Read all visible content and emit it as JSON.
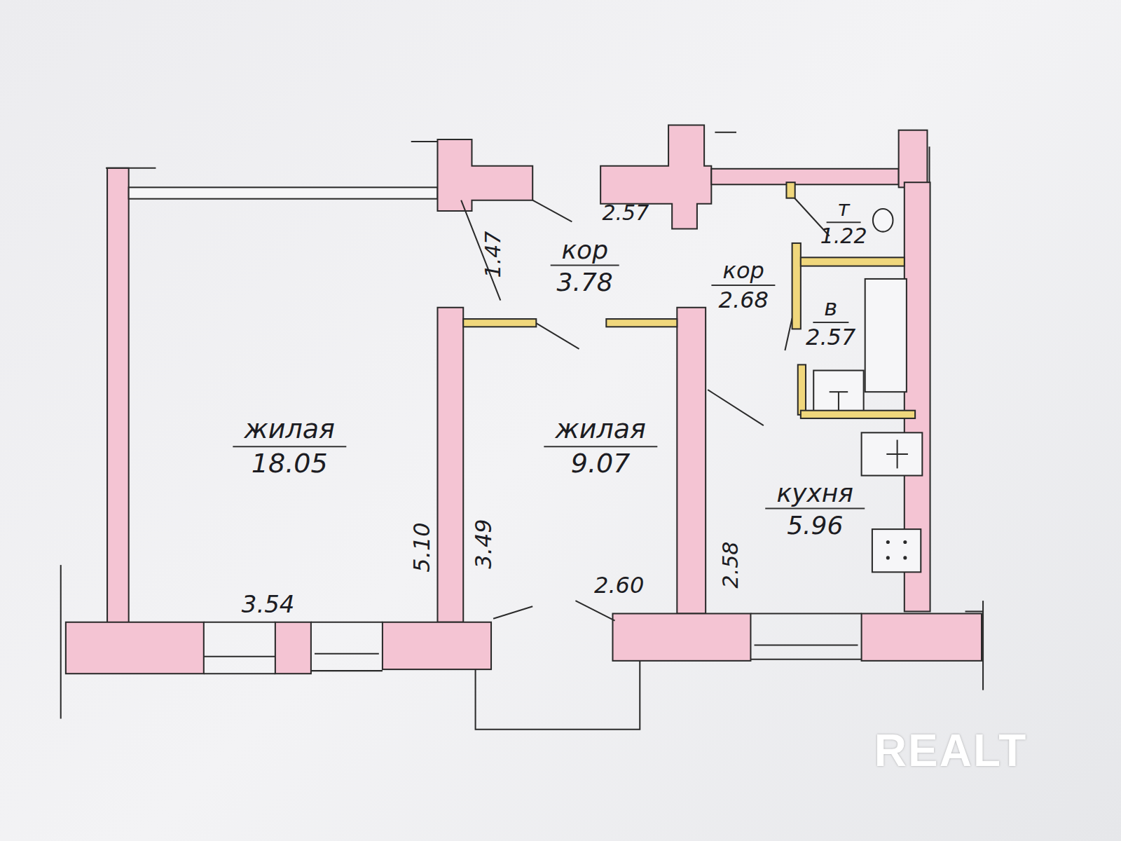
{
  "diagram": {
    "nodes": [
      {
        "text": [
          "жилая",
          "18.05"
        ]
      },
      {
        "text": [
          "кор",
          "3.78"
        ]
      },
      {
        "text": [
          "жилая",
          "9.07"
        ]
      },
      {
        "text": [
          "кор",
          "2.68"
        ]
      },
      {
        "text": [
          "т",
          "1.22"
        ]
      },
      {
        "text": [
          "в",
          "2.57"
        ]
      },
      {
        "text": [
          "кухня",
          "5.96"
        ]
      }
    ],
    "labels": [
      "2.57",
      "1.47",
      "3.54",
      "5.10",
      "3.49",
      "2.60",
      "2.58",
      "REALT"
    ]
  }
}
